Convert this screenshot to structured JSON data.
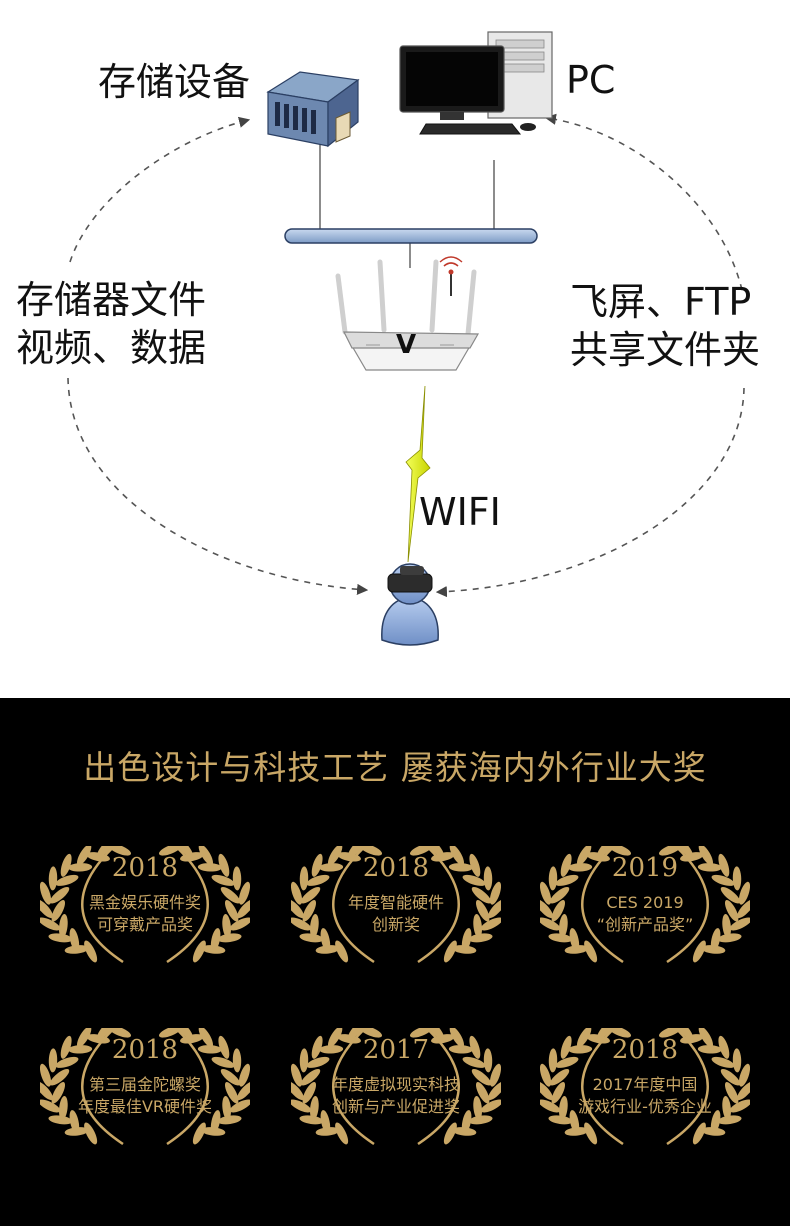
{
  "diagram": {
    "storage_label": "存储设备",
    "pc_label": "PC",
    "left_caption": [
      "存储器文件",
      "视频、数据"
    ],
    "right_caption": [
      "飞屏、FTP",
      "共享文件夹"
    ],
    "wifi_label": "WIFI",
    "router_logo": "V"
  },
  "awards": {
    "heading": "出色设计与科技工艺 屡获海内外行业大奖",
    "items": [
      {
        "year": "2018",
        "lines": [
          "黑金娱乐硬件奖",
          "可穿戴产品奖"
        ]
      },
      {
        "year": "2018",
        "lines": [
          "年度智能硬件",
          "创新奖"
        ]
      },
      {
        "year": "2019",
        "lines": [
          "CES 2019",
          "“创新产品奖”"
        ]
      },
      {
        "year": "2018",
        "lines": [
          "第三届金陀螺奖",
          "年度最佳VR硬件奖"
        ]
      },
      {
        "year": "2017",
        "lines": [
          "年度虚拟现实科技",
          "创新与产业促进奖"
        ]
      },
      {
        "year": "2018",
        "lines": [
          "2017年度中国",
          "游戏行业-优秀企业"
        ]
      }
    ]
  }
}
